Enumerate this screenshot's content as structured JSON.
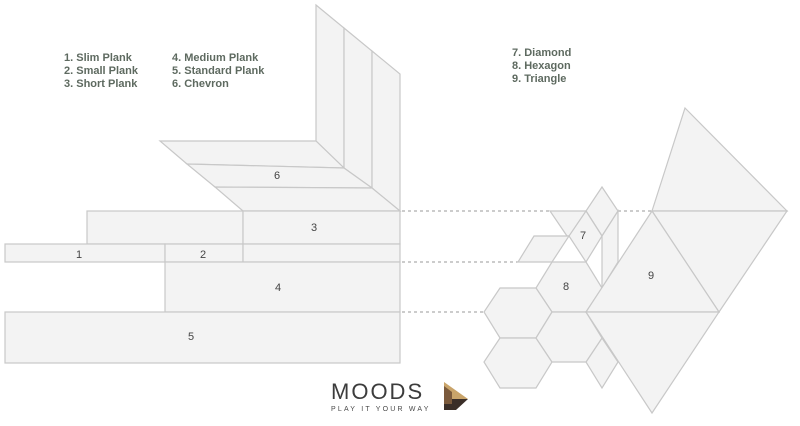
{
  "legend": {
    "col1": [
      "1. Slim Plank",
      "2. Small Plank",
      "3. Short Plank"
    ],
    "col2": [
      "4. Medium Plank",
      "5. Standard Plank",
      "6. Chevron"
    ],
    "col3": [
      "7. Diamond",
      "8. Hexagon",
      "9. Triangle"
    ]
  },
  "labels": {
    "n1": "1",
    "n2": "2",
    "n3": "3",
    "n4": "4",
    "n5": "5",
    "n6": "6",
    "n7": "7",
    "n8": "8",
    "n9": "9"
  },
  "logo": {
    "brand": "MOODS",
    "tagline": "PLAY IT YOUR WAY",
    "colors": {
      "gold": "#c9a46a",
      "dark": "#3a2e28",
      "brown": "#7b5a3c"
    }
  }
}
